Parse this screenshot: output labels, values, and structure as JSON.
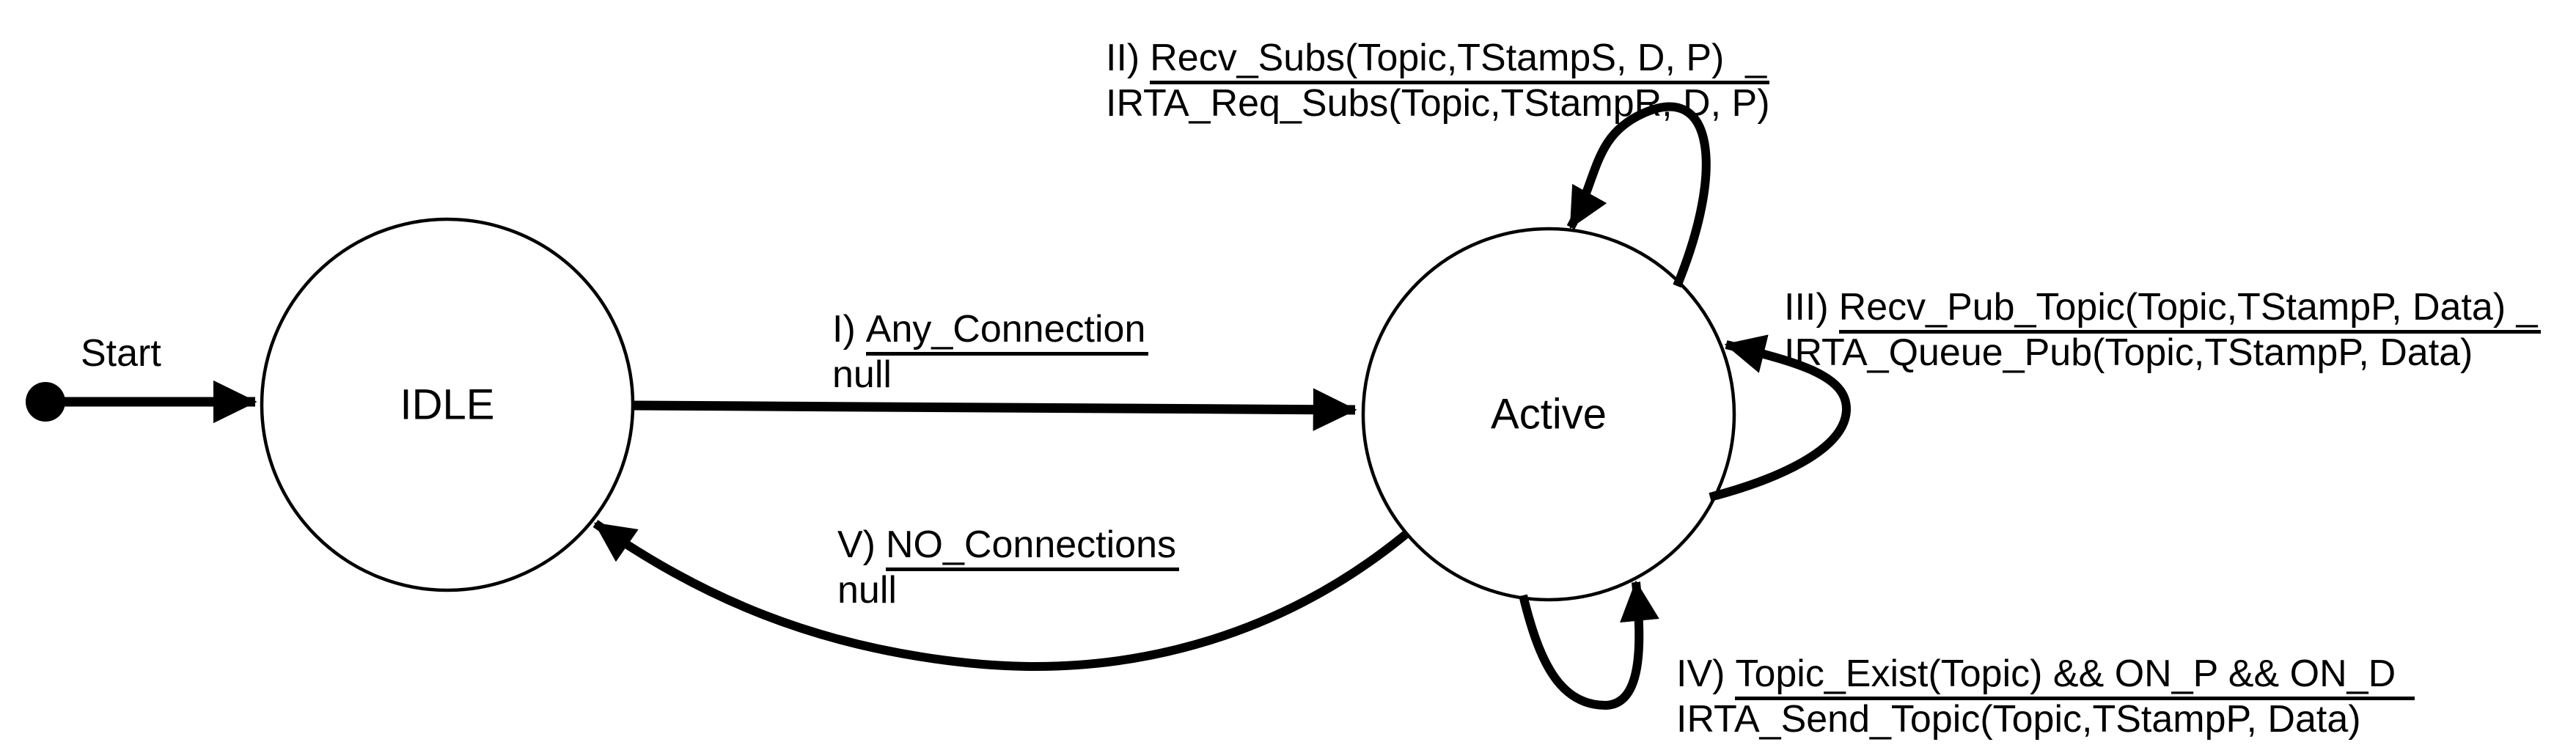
{
  "colors": {
    "ink": "#000000",
    "paper": "#ffffff"
  },
  "diagram": {
    "type": "state-machine",
    "start": {
      "label": "Start"
    },
    "states": [
      {
        "id": "IDLE",
        "label": "IDLE"
      },
      {
        "id": "Active",
        "label": "Active"
      }
    ],
    "transitions": [
      {
        "num": "I)",
        "event": "Any_Connection",
        "action": "null",
        "from": "IDLE",
        "to": "Active"
      },
      {
        "num": "II)",
        "event": "Recv_Subs(Topic,TStampS, D, P)  _",
        "action": "IRTA_Req_Subs(Topic,TStampR, D, P)",
        "from": "Active",
        "to": "Active"
      },
      {
        "num": "III)",
        "event": "Recv_Pub_Topic(Topic,TStampP, Data) _",
        "action": "IRTA_Queue_Pub(Topic,TStampP, Data)",
        "from": "Active",
        "to": "Active"
      },
      {
        "num": "IV)",
        "event": "Topic_Exist(Topic) && ON_P && ON_D",
        "action": "IRTA_Send_Topic(Topic,TStampP, Data)",
        "from": "Active",
        "to": "Active"
      },
      {
        "num": "V)",
        "event": "NO_Connections",
        "action": "null",
        "from": "Active",
        "to": "IDLE"
      }
    ]
  }
}
